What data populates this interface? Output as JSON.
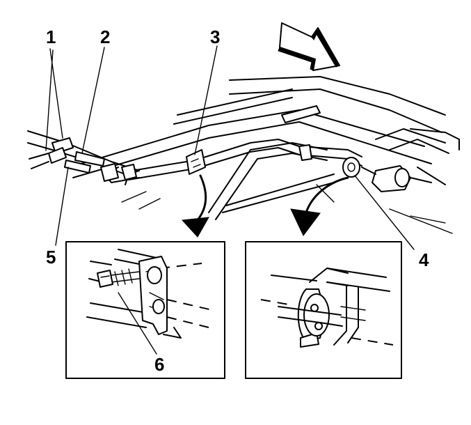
{
  "diagram": {
    "callouts": [
      {
        "id": "1",
        "label": "1"
      },
      {
        "id": "2",
        "label": "2"
      },
      {
        "id": "3",
        "label": "3"
      },
      {
        "id": "4",
        "label": "4"
      },
      {
        "id": "5",
        "label": "5"
      },
      {
        "id": "6",
        "label": "6"
      }
    ],
    "detail_views": [
      "clip-detail",
      "grommet-detail"
    ],
    "direction_arrow": "front-of-vehicle-arrow",
    "colors": {
      "ink": "#000000",
      "paper": "#ffffff"
    }
  }
}
